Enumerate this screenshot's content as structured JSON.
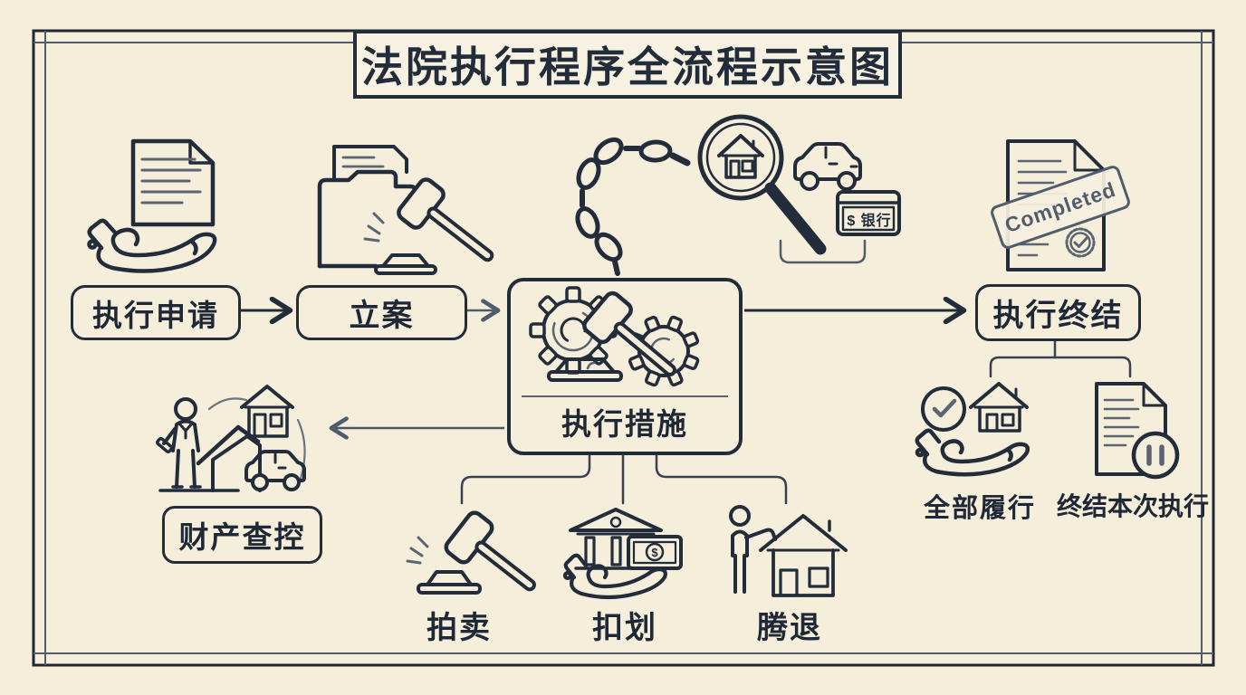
{
  "title": "法院执行程序全流程示意图",
  "flow": {
    "application": "执行申请",
    "filing": "立案",
    "measures": "执行措施",
    "termination": "执行终结",
    "property_control": "财产查控"
  },
  "measure_branches": {
    "auction": "拍卖",
    "deduction": "扣划",
    "eviction": "腾退"
  },
  "termination_branches": {
    "full_performance": "全部履行",
    "terminate_current": "终结本次执行"
  },
  "icons": {
    "bank_card_label": "$ 银行",
    "stamp_label": "Completed",
    "money_symbol": "$"
  },
  "colors": {
    "background": "#f5eedb",
    "line_dark": "#232c3a",
    "line_gray": "#515c6a"
  }
}
